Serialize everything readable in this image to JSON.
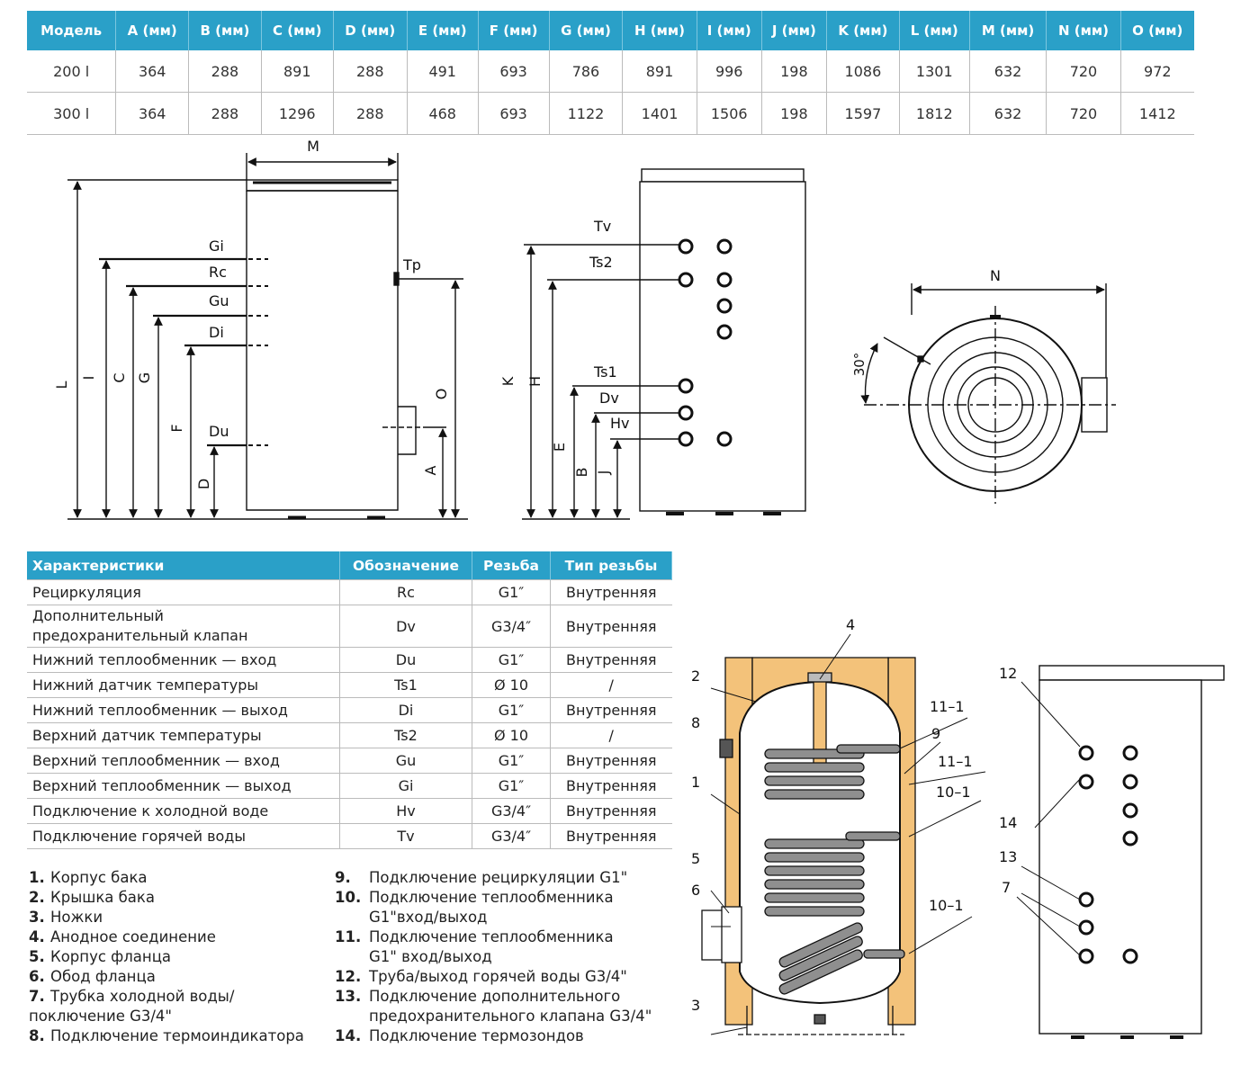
{
  "dimensions_table": {
    "headers": [
      "Модель",
      "A (мм)",
      "B (мм)",
      "C (мм)",
      "D (мм)",
      "E (мм)",
      "F (мм)",
      "G (мм)",
      "H (мм)",
      "I (мм)",
      "J (мм)",
      "K (мм)",
      "L (мм)",
      "M (мм)",
      "N (мм)",
      "O (мм)"
    ],
    "rows": [
      [
        "200 l",
        "364",
        "288",
        "891",
        "288",
        "491",
        "693",
        "786",
        "891",
        "996",
        "198",
        "1086",
        "1301",
        "632",
        "720",
        "972"
      ],
      [
        "300 l",
        "364",
        "288",
        "1296",
        "288",
        "468",
        "693",
        "1122",
        "1401",
        "1506",
        "198",
        "1597",
        "1812",
        "632",
        "720",
        "1412"
      ]
    ]
  },
  "drawing_side": {
    "labels": {
      "M": "M",
      "Gi": "Gi",
      "Rc": "Rc",
      "Gu": "Gu",
      "Di": "Di",
      "Du": "Du",
      "Tp": "Tp",
      "L": "L",
      "I": "I",
      "C": "C",
      "G": "G",
      "F": "F",
      "D": "D",
      "A": "A",
      "O": "O"
    }
  },
  "drawing_front": {
    "labels": {
      "Tv": "Tv",
      "Ts2": "Ts2",
      "Ts1": "Ts1",
      "Dv": "Dv",
      "Hv": "Hv",
      "K": "K",
      "H": "H",
      "E": "E",
      "B": "B",
      "J": "J"
    }
  },
  "drawing_top": {
    "labels": {
      "N": "N",
      "angle": "30°"
    }
  },
  "drawing_section": {
    "callouts": [
      "4",
      "2",
      "8",
      "1",
      "5",
      "6",
      "3",
      "11–1",
      "9",
      "11–1",
      "10–1",
      "10–1"
    ]
  },
  "drawing_rear": {
    "callouts": [
      "12",
      "14",
      "13",
      "7"
    ]
  },
  "spec_table": {
    "headers": [
      "Характеристики",
      "Обозначение",
      "Резьба",
      "Тип резьбы"
    ],
    "rows": [
      [
        "Рециркуляция",
        "Rc",
        "G1″",
        "Внутренняя"
      ],
      [
        "Дополнительный\nпредохранительный клапан",
        "Dv",
        "G3/4″",
        "Внутренняя"
      ],
      [
        "Нижний теплообменник — вход",
        "Du",
        "G1″",
        "Внутренняя"
      ],
      [
        "Нижний датчик температуры",
        "Ts1",
        "Ø 10",
        "/"
      ],
      [
        "Нижний теплообменник — выход",
        "Di",
        "G1″",
        "Внутренняя"
      ],
      [
        "Верхний датчик температуры",
        "Ts2",
        "Ø 10",
        "/"
      ],
      [
        "Верхний теплообменник — вход",
        "Gu",
        "G1″",
        "Внутренняя"
      ],
      [
        "Верхний теплообменник — выход",
        "Gi",
        "G1″",
        "Внутренняя"
      ],
      [
        "Подключение к холодной воде",
        "Hv",
        "G3/4″",
        "Внутренняя"
      ],
      [
        "Подключение горячей воды",
        "Tv",
        "G3/4″",
        "Внутренняя"
      ]
    ]
  },
  "legend": {
    "left": [
      {
        "num": "1.",
        "text": "Корпус бака"
      },
      {
        "num": "2.",
        "text": "Крышка бака"
      },
      {
        "num": "3.",
        "text": "Ножки"
      },
      {
        "num": "4.",
        "text": "Анодное соединение"
      },
      {
        "num": "5.",
        "text": "Корпус фланца"
      },
      {
        "num": "6.",
        "text": "Обод фланца"
      },
      {
        "num": "7.",
        "text": "Трубка холодной воды/\nпоключение G3/4\""
      },
      {
        "num": "8.",
        "text": "Подключение термоиндикатора"
      }
    ],
    "right": [
      {
        "num": "9.",
        "text": "Подключение рециркуляции G1\""
      },
      {
        "num": "10.",
        "text": "Подключение теплообменника\nG1\"вход/выход"
      },
      {
        "num": "11.",
        "text": "Подключение теплообменника\nG1\" вход/выход"
      },
      {
        "num": "12.",
        "text": "Труба/выход горячей воды G3/4\""
      },
      {
        "num": "13.",
        "text": "Подключение дополнительного\nпредохранительного клапана G3/4\""
      },
      {
        "num": "14.",
        "text": "Подключение термозондов"
      }
    ]
  },
  "colors": {
    "header": "#2aa0c8",
    "insulation": "#f3c27a",
    "coil": "#8f8f8f",
    "line": "#111111"
  }
}
